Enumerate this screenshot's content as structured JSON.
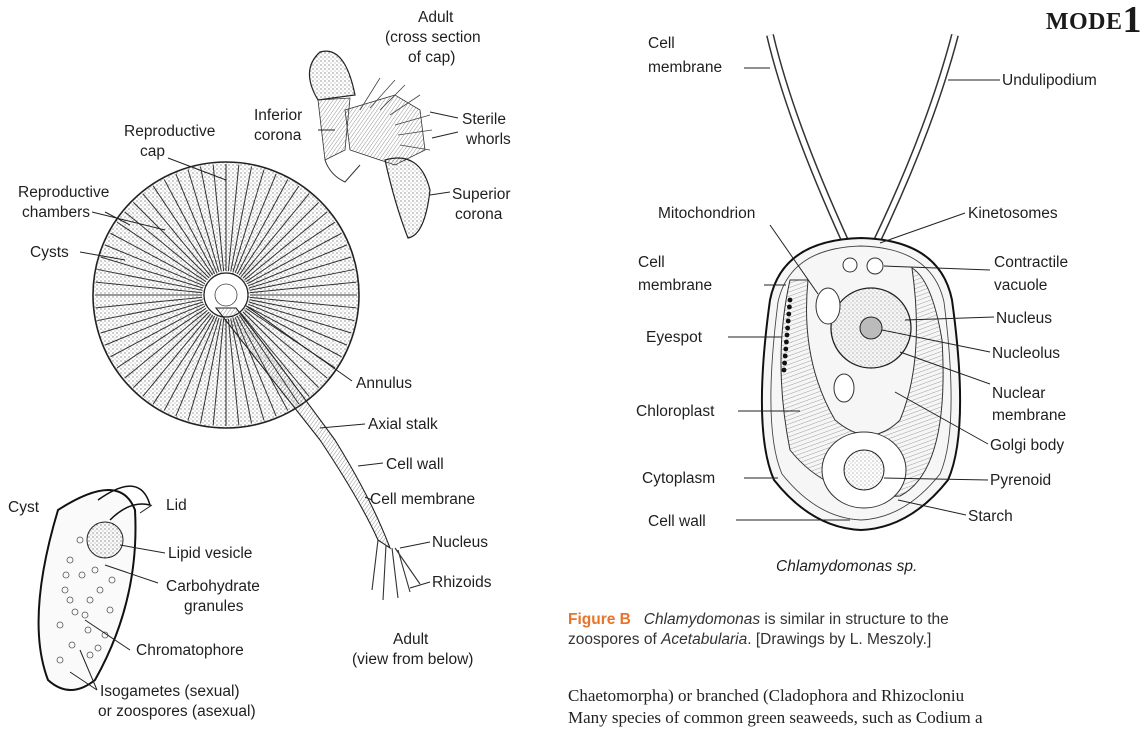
{
  "header": {
    "mode_word": "MODE",
    "mode_num": "1"
  },
  "left_labels": {
    "adult_top": "Adult",
    "adult_top_sub1": "(cross section",
    "adult_top_sub2": "of cap)",
    "inferior_corona_1": "Inferior",
    "inferior_corona_2": "corona",
    "sterile_whorls_1": "Sterile",
    "sterile_whorls_2": "whorls",
    "superior_corona_1": "Superior",
    "superior_corona_2": "corona",
    "reproductive_cap_1": "Reproductive",
    "reproductive_cap_2": "cap",
    "reproductive_chambers_1": "Reproductive",
    "reproductive_chambers_2": "chambers",
    "cysts": "Cysts",
    "annulus": "Annulus",
    "axial_stalk": "Axial stalk",
    "cell_wall": "Cell wall",
    "cell_membrane": "Cell membrane",
    "nucleus": "Nucleus",
    "rhizoids": "Rhizoids",
    "adult_bottom": "Adult",
    "adult_bottom_sub": "(view from below)",
    "cyst": "Cyst",
    "lid": "Lid",
    "lipid_vesicle": "Lipid vesicle",
    "carbohydrate_1": "Carbohydrate",
    "carbohydrate_2": "granules",
    "chromatophore": "Chromatophore",
    "isogametes_1": "Isogametes (sexual)",
    "isogametes_2": "or zoospores (asexual)"
  },
  "right_labels": {
    "cell_membrane_top_1": "Cell",
    "cell_membrane_top_2": "membrane",
    "undulipodium": "Undulipodium",
    "mitochondrion": "Mitochondrion",
    "kinetosomes": "Kinetosomes",
    "cell_membrane_mid_1": "Cell",
    "cell_membrane_mid_2": "membrane",
    "contractile_1": "Contractile",
    "contractile_2": "vacuole",
    "nucleus": "Nucleus",
    "eyespot": "Eyespot",
    "nucleolus": "Nucleolus",
    "nuclear_membrane_1": "Nuclear",
    "nuclear_membrane_2": "membrane",
    "chloroplast": "Chloroplast",
    "golgi": "Golgi body",
    "cytoplasm": "Cytoplasm",
    "pyrenoid": "Pyrenoid",
    "cell_wall": "Cell wall",
    "starch": "Starch",
    "species": "Chlamydomonas sp."
  },
  "caption": {
    "fig_label": "Figure B",
    "text_1_a": "Chlamydomonas",
    "text_1_b": " is similar in structure to the",
    "text_2_a": "zoospores of ",
    "text_2_b": "Acetabularia",
    "text_2_c": ". [Drawings by L. Meszoly.]"
  },
  "body_text": {
    "line1": "Chaetomorpha) or branched (Cladophora and Rhizocloniu",
    "line2": "Many species of common green seaweeds, such as Codium a"
  },
  "colors": {
    "accent": "#e8742a",
    "ink": "#222222"
  }
}
